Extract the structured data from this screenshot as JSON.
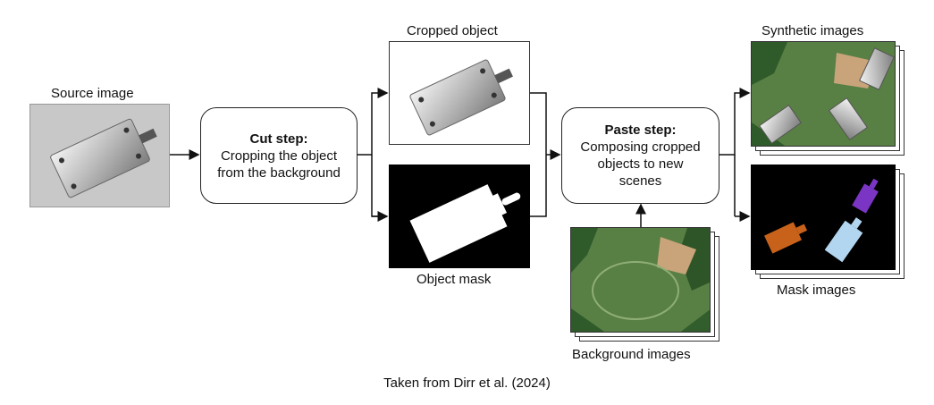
{
  "labels": {
    "source_image": "Source image",
    "cropped_object": "Cropped object",
    "object_mask": "Object mask",
    "synthetic_images": "Synthetic images",
    "mask_images": "Mask images",
    "background_images": "Background images"
  },
  "cut_step": {
    "title": "Cut step:",
    "line1": "Cropping the object",
    "line2": "from the background"
  },
  "paste_step": {
    "title": "Paste step:",
    "line1": "Composing cropped",
    "line2": "objects to new",
    "line3": "scenes"
  },
  "caption": "Taken from Dirr et al. (2024)",
  "colors": {
    "mask_orange": "#c8621a",
    "mask_light_blue": "#b3d6f0",
    "mask_purple": "#7b35c4",
    "grass": "#4d7a3a",
    "dirt": "#c9a47a"
  }
}
